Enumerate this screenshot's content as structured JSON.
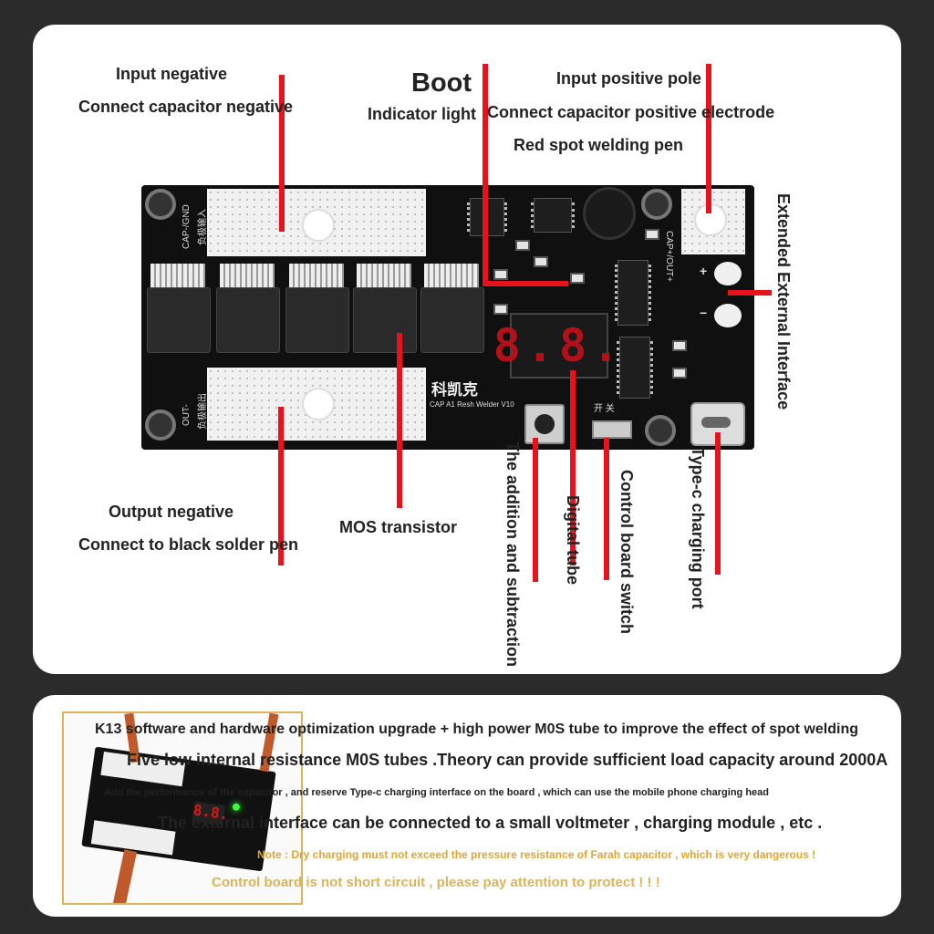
{
  "labels": {
    "input_negative": "Input negative",
    "connect_cap_negative": "Connect capacitor negative",
    "boot": "Boot",
    "indicator_light": "Indicator light",
    "input_positive_pole": "Input positive pole",
    "connect_cap_positive": "Connect capacitor positive electrode",
    "red_spot_pen": "Red spot welding pen",
    "extended_interface": "Extended External Interface",
    "output_negative": "Output negative",
    "connect_black_pen": "Connect to black solder pen",
    "mos_transistor": "MOS transistor",
    "addition_subtraction": "The addition and subtraction",
    "digital_tube": "Digital tube",
    "control_board_switch": "Control board switch",
    "typec_port": "Type-c charging port"
  },
  "pcb_silk": {
    "cap_gnd": "CAP-/GND",
    "cap_gnd_cn": "负极输入",
    "out_minus": "OUT-",
    "out_minus_cn": "负极输出",
    "cap_out_plus": "CAP+/OUT+",
    "brand": "科凯克",
    "model": "CAP A1 Resh Welder V10",
    "switch_cn": "开 关",
    "plus": "+",
    "minus": "−",
    "display_digits": "8.8."
  },
  "notes": {
    "line1": "K13 software and hardware optimization upgrade + high power M0S tube to improve the effect of spot welding",
    "line2": "Five low internal resistance M0S tubes .Theory can provide sufficient load capacity around 2000A",
    "line3": "Add the performance of the capacitor , and reserve Type-c charging interface on the board , which can use the mobile phone charging head",
    "line4": "The external interface can be connected to a small voltmeter , charging module , etc .",
    "line5": "Note : Dry charging must not exceed the pressure resistance of Farah capacitor , which is very dangerous !",
    "line6": "Control board is not short circuit , please pay attention to protect ! ! !"
  },
  "colors": {
    "background": "#2b2b2b",
    "panel": "#ffffff",
    "callout_line": "#e8121c",
    "note_orange": "#e0a630",
    "note_gold": "#d9b45a",
    "pcb": "#101010"
  }
}
